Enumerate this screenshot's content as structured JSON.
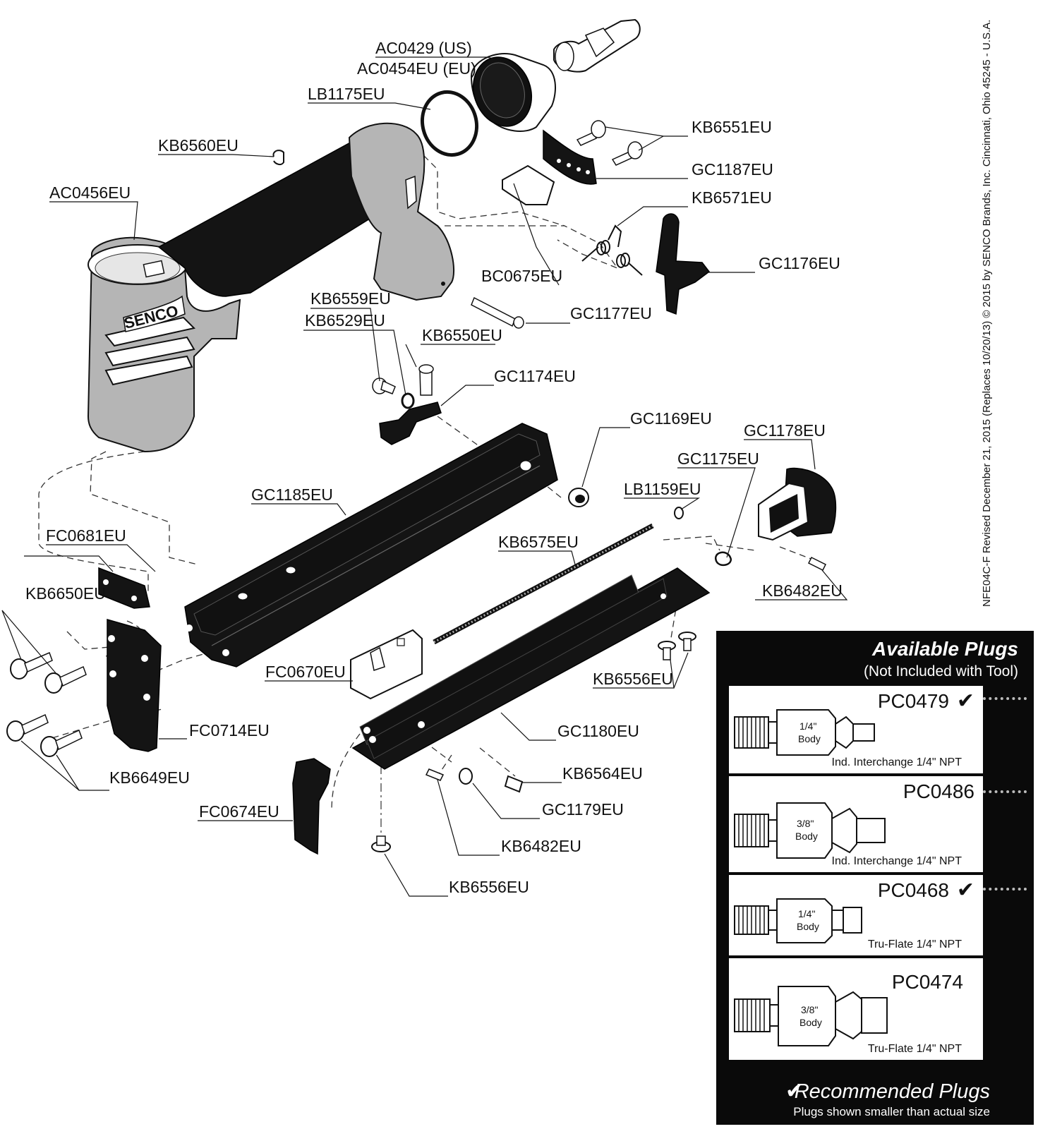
{
  "brand": "SENCO",
  "side_note": "NFE04C-F  Revised December 21, 2015 (Replaces 10/20/13) © 2015 by SENCO Brands, Inc. Cincinnati, Ohio 45245 - U.S.A.",
  "labels": {
    "ac0429": "AC0429 (US)",
    "ac0454eu": "AC0454EU (EU)",
    "lb1175eu": "LB1175EU",
    "kb6560eu": "KB6560EU",
    "ac0456eu": "AC0456EU",
    "kb6551eu": "KB6551EU",
    "gc1187eu": "GC1187EU",
    "kb6571eu": "KB6571EU",
    "gc1176eu": "GC1176EU",
    "bc0675eu": "BC0675EU",
    "kb6559eu": "KB6559EU",
    "kb6529eu": "KB6529EU",
    "kb6550eu": "KB6550EU",
    "gc1177eu": "GC1177EU",
    "gc1174eu": "GC1174EU",
    "gc1169eu": "GC1169EU",
    "gc1178eu": "GC1178EU",
    "gc1175eu": "GC1175EU",
    "lb1159eu": "LB1159EU",
    "gc1185eu": "GC1185EU",
    "kb6575eu": "KB6575EU",
    "fc0681eu": "FC0681EU",
    "kb6482eu_a": "KB6482EU",
    "kb6650eu": "KB6650EU",
    "fc0670eu": "FC0670EU",
    "kb6556eu_a": "KB6556EU",
    "fc0714eu": "FC0714EU",
    "gc1180eu": "GC1180EU",
    "kb6649eu": "KB6649EU",
    "kb6564eu": "KB6564EU",
    "fc0674eu": "FC0674EU",
    "gc1179eu": "GC1179EU",
    "kb6482eu_b": "KB6482EU",
    "kb6556eu_b": "KB6556EU"
  },
  "plugs_panel": {
    "title": "Available Plugs",
    "subtitle": "(Not Included with Tool)",
    "plugs": [
      {
        "code": "PC0479",
        "recommended": true,
        "body_line1": "1/4\"",
        "body_line2": "Body",
        "caption": "Ind. Interchange 1/4\" NPT"
      },
      {
        "code": "PC0486",
        "recommended": false,
        "body_line1": "3/8\"",
        "body_line2": "Body",
        "caption": "Ind. Interchange 1/4\" NPT"
      },
      {
        "code": "PC0468",
        "recommended": true,
        "body_line1": "1/4\"",
        "body_line2": "Body",
        "caption": "Tru-Flate 1/4\" NPT"
      },
      {
        "code": "PC0474",
        "recommended": false,
        "body_line1": "3/8\"",
        "body_line2": "Body",
        "caption": "Tru-Flate 1/4\" NPT"
      }
    ],
    "check_glyph": "✔",
    "footer_title": "Recommended Plugs",
    "footer_sub": "Plugs shown smaller than actual size"
  }
}
